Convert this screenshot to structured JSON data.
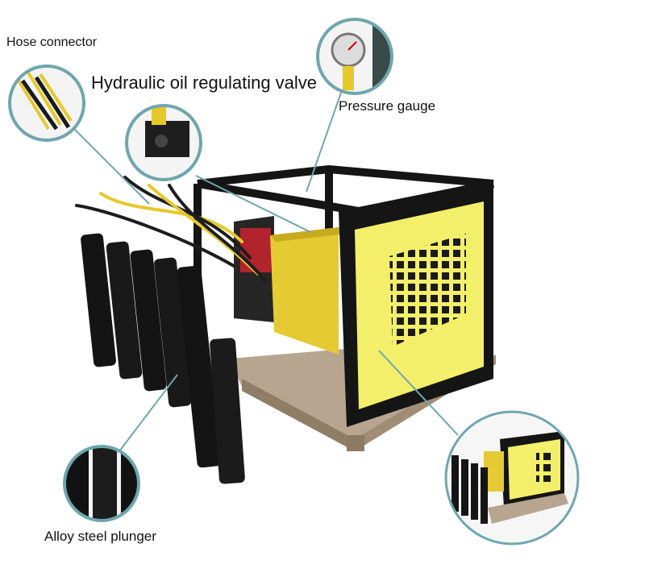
{
  "labels": {
    "hose_connector": "Hose connector",
    "hydraulic_valve": "Hydraulic oil regulating valve",
    "pressure_gauge": "Pressure gauge",
    "alloy_plunger": "Alloy steel plunger"
  },
  "colors": {
    "accent_teal": "#6fa6ad",
    "machine_yellow": "#f3ef6a",
    "frame_black": "#151515"
  }
}
